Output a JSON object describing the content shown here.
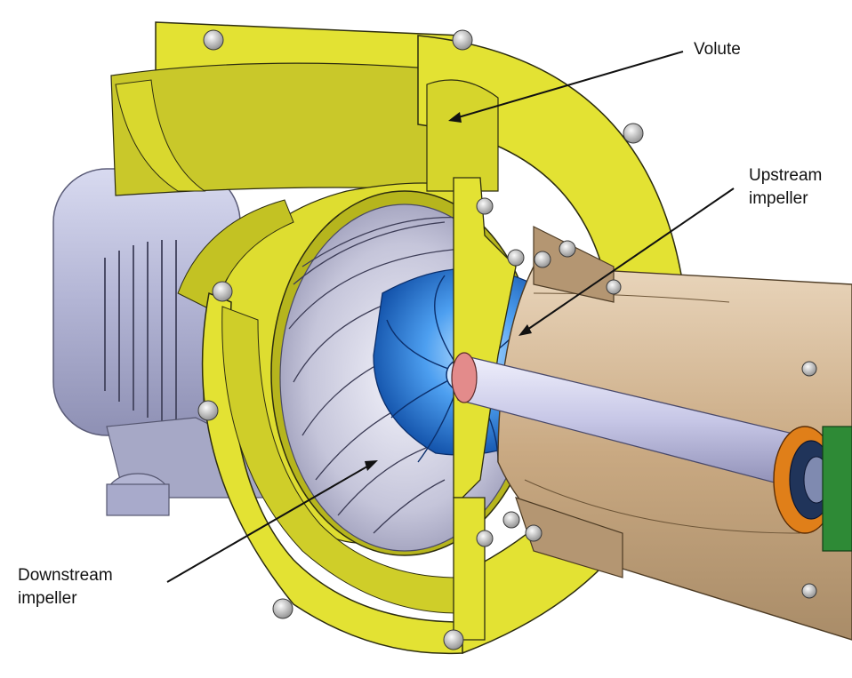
{
  "figure": {
    "labels": {
      "volute": "Volute",
      "upstream_impeller": [
        "Upstream",
        "impeller"
      ],
      "downstream_impeller": [
        "Downstream",
        "impeller"
      ]
    },
    "colors": {
      "casing": "#e3e233",
      "casing_shade": "#b6b51d",
      "upstream_impeller": "#2d7fd8",
      "downstream_impeller": "#c9c9dc",
      "motor": "#b9bbd8",
      "duct": "#c9a982",
      "shaft": "#c6c6e6",
      "flange": "#e07f19"
    }
  }
}
